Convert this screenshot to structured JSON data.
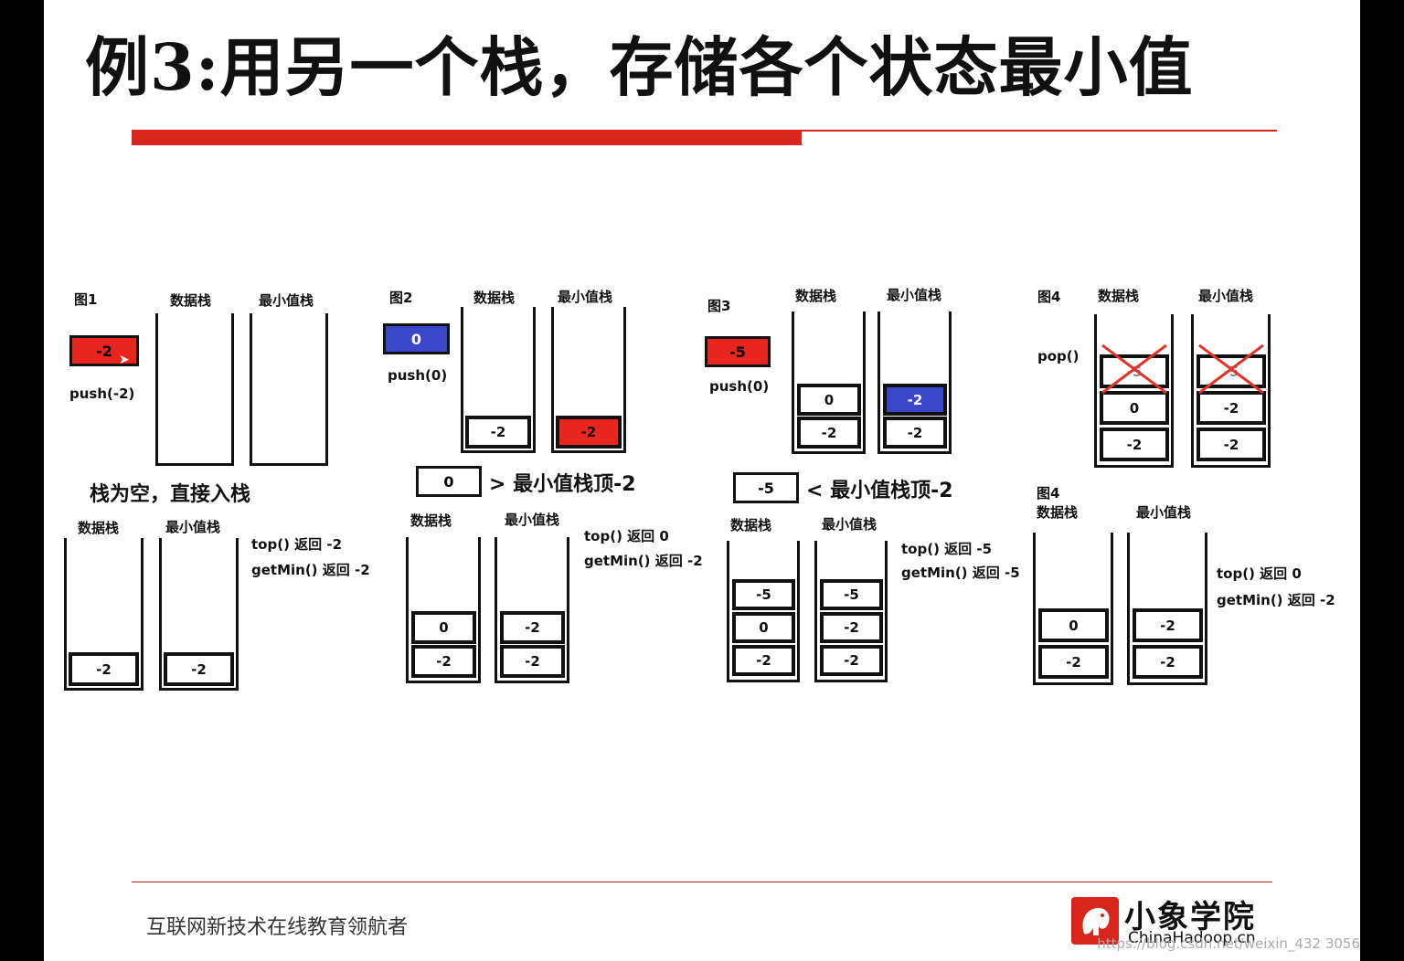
{
  "title": "例3:用另一个栈，存储各个状态最小值",
  "labels": {
    "data_stack": "数据栈",
    "min_stack": "最小值栈"
  },
  "fig1": {
    "tag": "图1",
    "push_value": "-2",
    "push_call": "push(-2)",
    "note": "栈为空，直接入栈",
    "data_after": [
      "-2"
    ],
    "min_after": [
      "-2"
    ],
    "top_line": "top() 返回 -2",
    "min_line": "getMin() 返回 -2"
  },
  "fig2": {
    "tag": "图2",
    "push_value": "0",
    "push_call": "push(0)",
    "data_before": [
      "-2"
    ],
    "min_before": [
      "-2"
    ],
    "compare_value": "0",
    "compare_text": "> 最小值栈顶-2",
    "data_after": [
      "0",
      "-2"
    ],
    "min_after": [
      "-2",
      "-2"
    ],
    "top_line": "top() 返回 0",
    "min_line": "getMin() 返回 -2"
  },
  "fig3": {
    "tag": "图3",
    "push_value": "-5",
    "push_call": "push(0)",
    "data_before": [
      "0",
      "-2"
    ],
    "min_before": [
      "-2",
      "-2"
    ],
    "compare_value": "-5",
    "compare_text": "< 最小值栈顶-2",
    "data_after": [
      "-5",
      "0",
      "-2"
    ],
    "min_after": [
      "-5",
      "-2",
      "-2"
    ],
    "top_line": "top() 返回 -5",
    "min_line": "getMin() 返回 -5"
  },
  "fig4": {
    "tag": "图4",
    "pop_call": "pop()",
    "data_popped": "-5",
    "min_popped": "-5",
    "data_before": [
      "0",
      "-2"
    ],
    "min_before": [
      "-2",
      "-2"
    ],
    "tag_after": "图4",
    "data_after": [
      "0",
      "-2"
    ],
    "min_after": [
      "-2",
      "-2"
    ],
    "top_line": "top() 返回 0",
    "min_line": "getMin() 返回 -2"
  },
  "footer": {
    "slogan": "互联网新技术在线教育领航者",
    "logo_cn": "小象学院",
    "logo_en": "ChinaHadoop.cn",
    "watermark": "https://blog.csdn.net/weixin_432 3056"
  },
  "colors": {
    "accent_red": "#d9261c",
    "cell_red": "#e8251f",
    "cell_blue": "#3b47c9"
  }
}
